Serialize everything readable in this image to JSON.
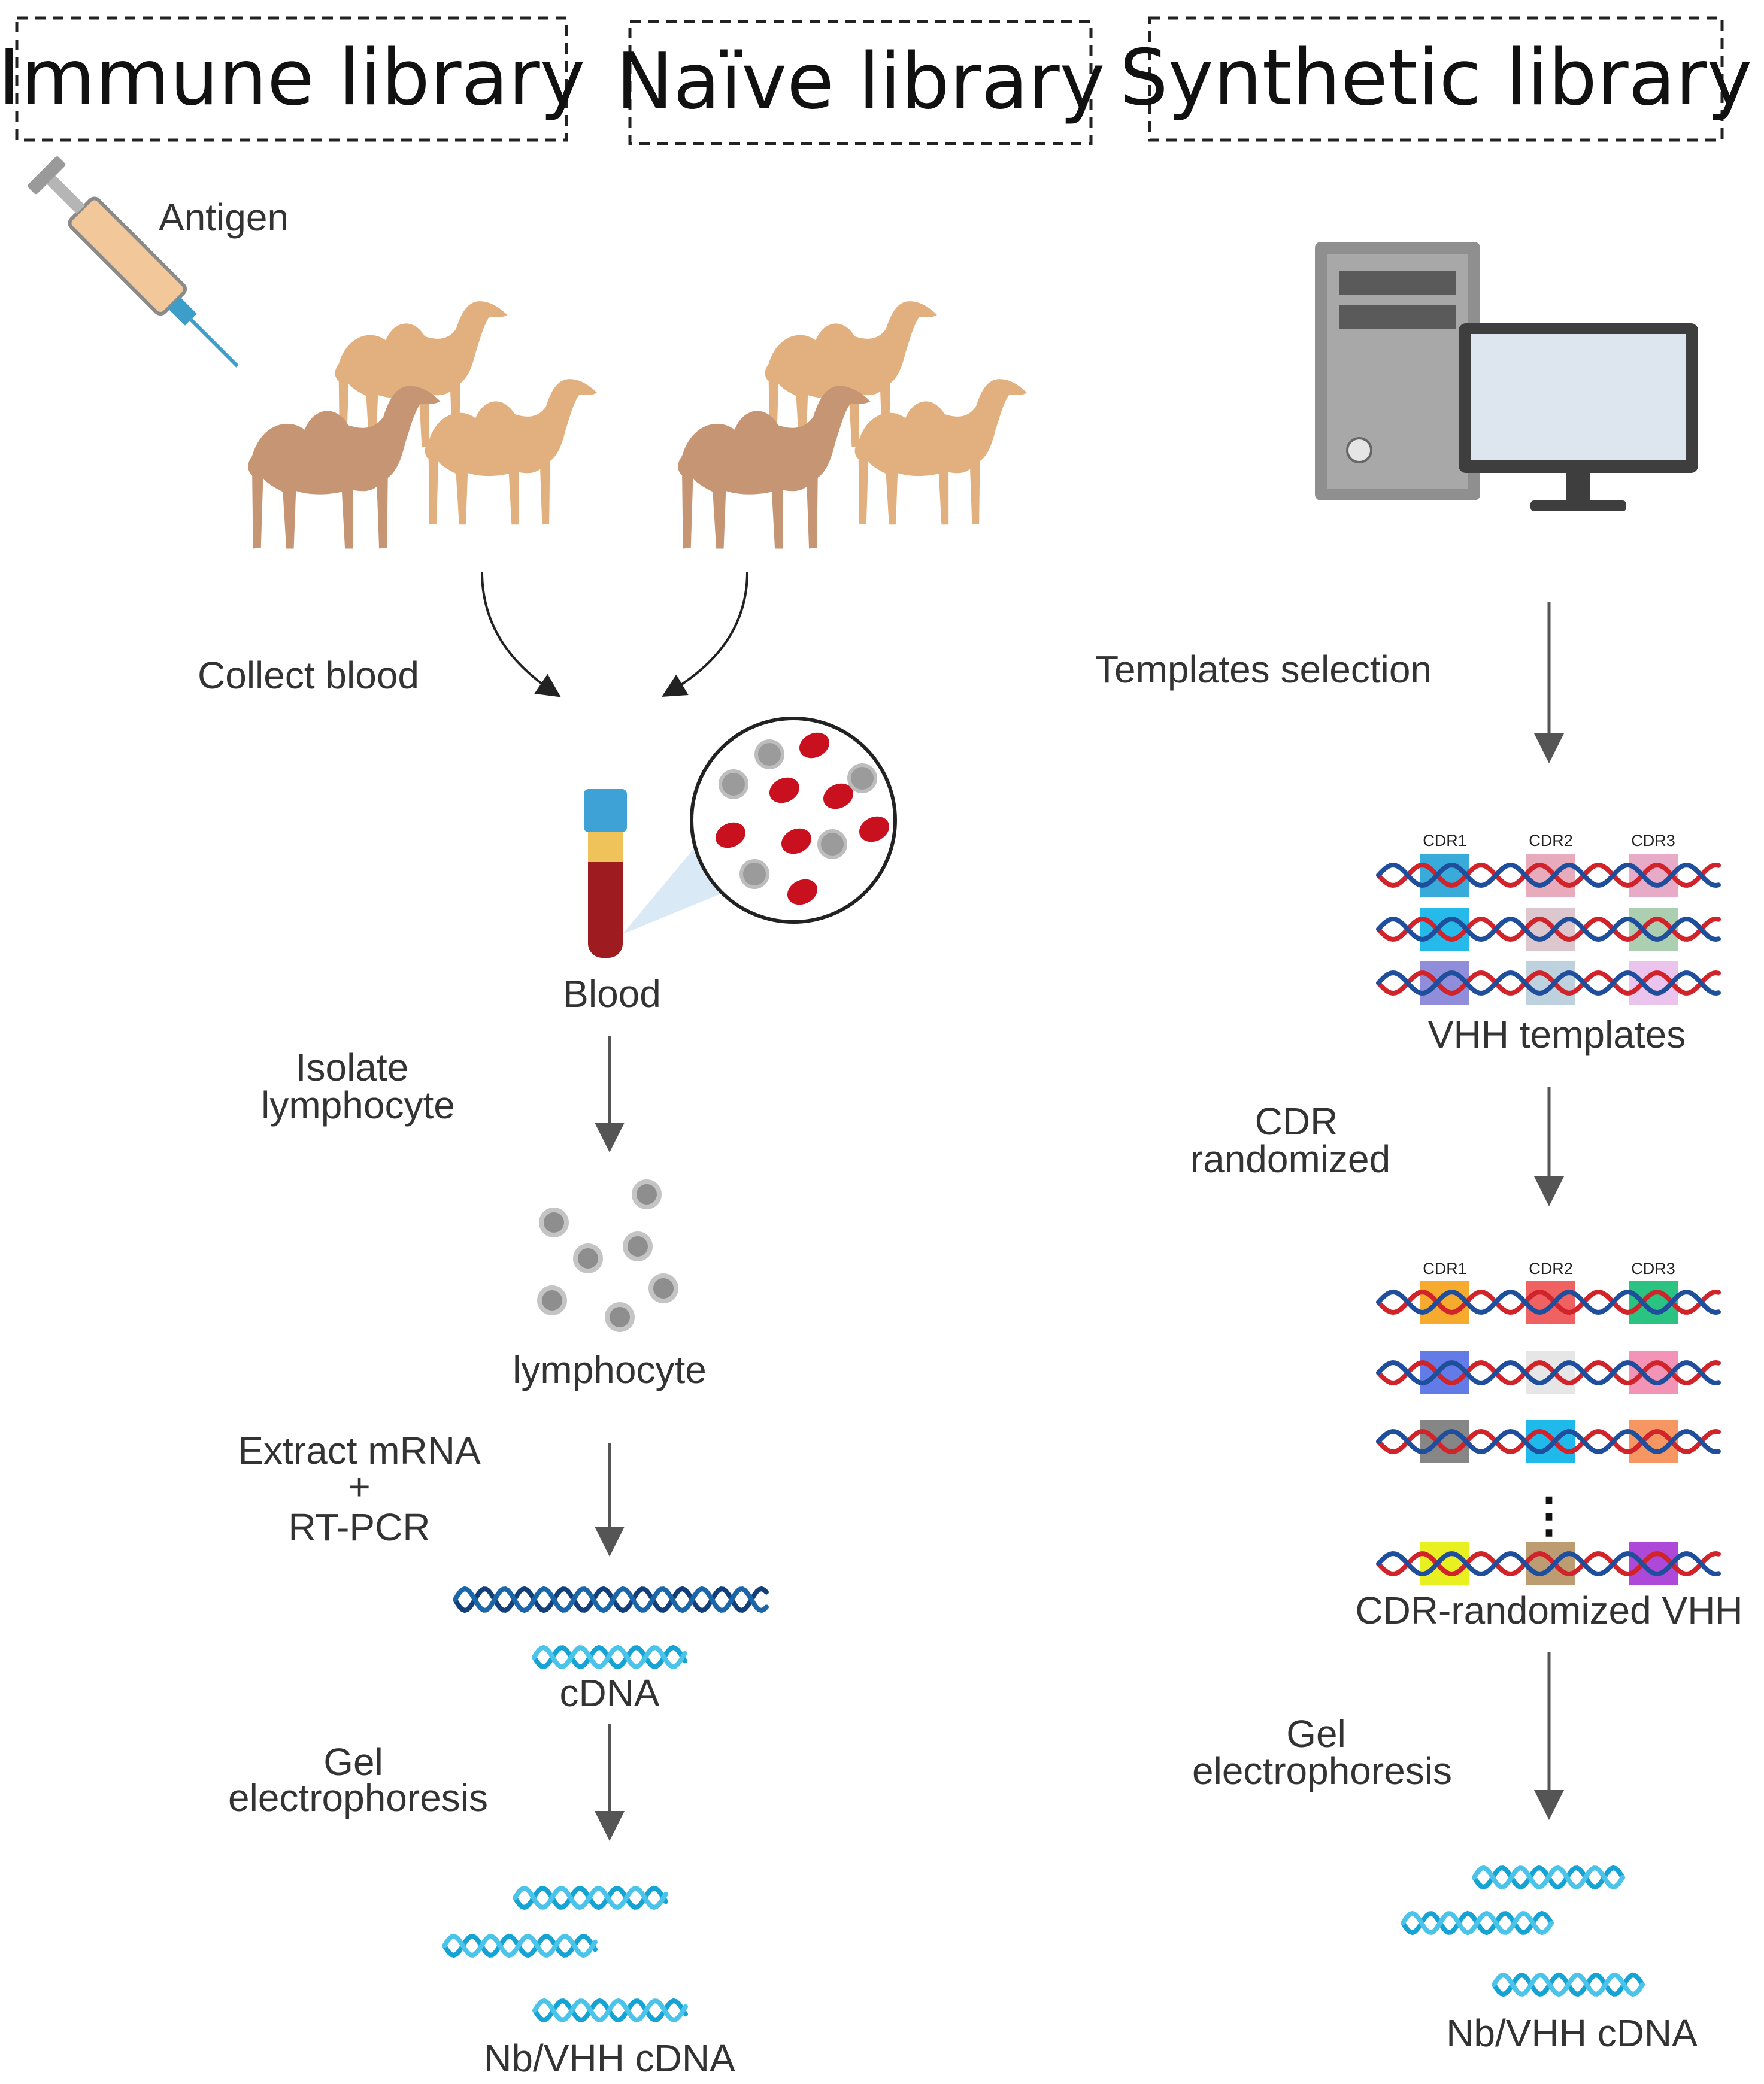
{
  "headers": {
    "immune": "Immune library",
    "naive": "Naïve library",
    "synthetic": "Synthetic library"
  },
  "left": {
    "antigen": "Antigen",
    "collect_blood": "Collect  blood",
    "blood": "Blood",
    "isolate_line1": "Isolate",
    "isolate_line2": "lymphocyte",
    "lymphocyte": "lymphocyte",
    "extract_line1": "Extract mRNA",
    "extract_line2": "+",
    "extract_line3": "RT-PCR",
    "cdna": "cDNA",
    "gel_line1": "Gel",
    "gel_line2": "electrophoresis",
    "result": "Nb/VHH cDNA"
  },
  "right": {
    "templates_selection": "Templates selection",
    "cdr_labels": [
      "CDR1",
      "CDR2",
      "CDR3"
    ],
    "vhh_templates": "VHH templates",
    "cdr_rand_line1": "CDR",
    "cdr_rand_line2": "randomized",
    "ellipsis": "⋮",
    "cdr_randomized_vhh": "CDR-randomized VHH",
    "gel_line1": "Gel",
    "gel_line2": "electrophoresis",
    "result": "Nb/VHH cDNA"
  },
  "colors": {
    "strand_red": "#d0232a",
    "strand_blue": "#1f4f9c",
    "cdna_dark": "#123e7a",
    "cdna_light": "#15a3d4",
    "arrow": "#555555",
    "rbc": "#c8101e",
    "lymph": "#9b9b9b",
    "camel_light": "#e2b07e",
    "camel_dark": "#c59574",
    "tube_cap": "#3fa2d6",
    "tube_blood": "#9e1b1f"
  },
  "template_box_colors": [
    [
      "#2ea6d8",
      "#e7a7b8",
      "#e7a7c4"
    ],
    [
      "#19b6e8",
      "#d9c4ca",
      "#a8ccad"
    ],
    [
      "#8a87d8",
      "#b9d0dc",
      "#e9c1ec"
    ]
  ],
  "random_box_colors": [
    [
      "#f5a623",
      "#ef5a5a",
      "#1fc07a"
    ],
    [
      "#5b74e5",
      "#e5e5e5",
      "#f28db2"
    ],
    [
      "#808080",
      "#14b5ea",
      "#f5905a"
    ],
    [
      "#e8ef16",
      "#b9976a",
      "#a93ed6"
    ]
  ],
  "icons": [
    "syringe-icon",
    "camel-icon",
    "computer-icon",
    "blood-tube-icon",
    "magnifier-circle-icon",
    "dna-helix-icon",
    "lymphocyte-cell-icon",
    "arrow-icon"
  ]
}
